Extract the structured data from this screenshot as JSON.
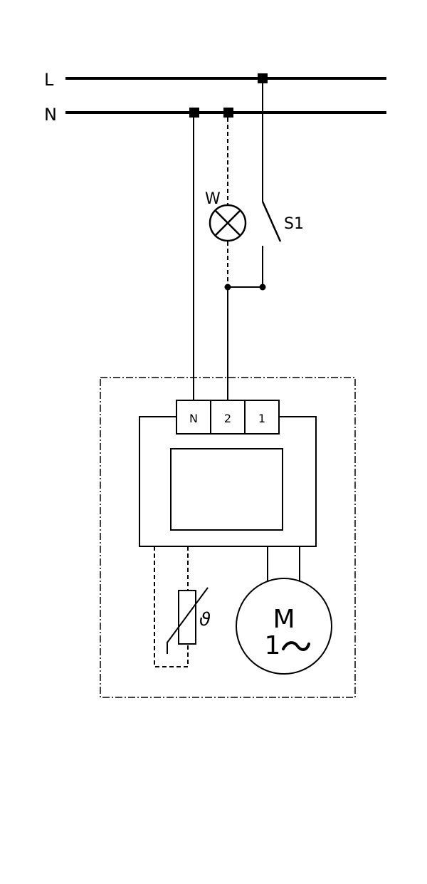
{
  "rails": {
    "l_label": "L",
    "n_label": "N"
  },
  "lamp": {
    "label": "W"
  },
  "switch": {
    "label": "S1"
  },
  "controller": {
    "terminals": [
      "N",
      "2",
      "1"
    ]
  },
  "motor": {
    "label_top": "M",
    "label_bottom": "1"
  },
  "thermistor": {
    "symbol": "ϑ"
  },
  "colors": {
    "line": "#000000",
    "background": "#ffffff"
  }
}
